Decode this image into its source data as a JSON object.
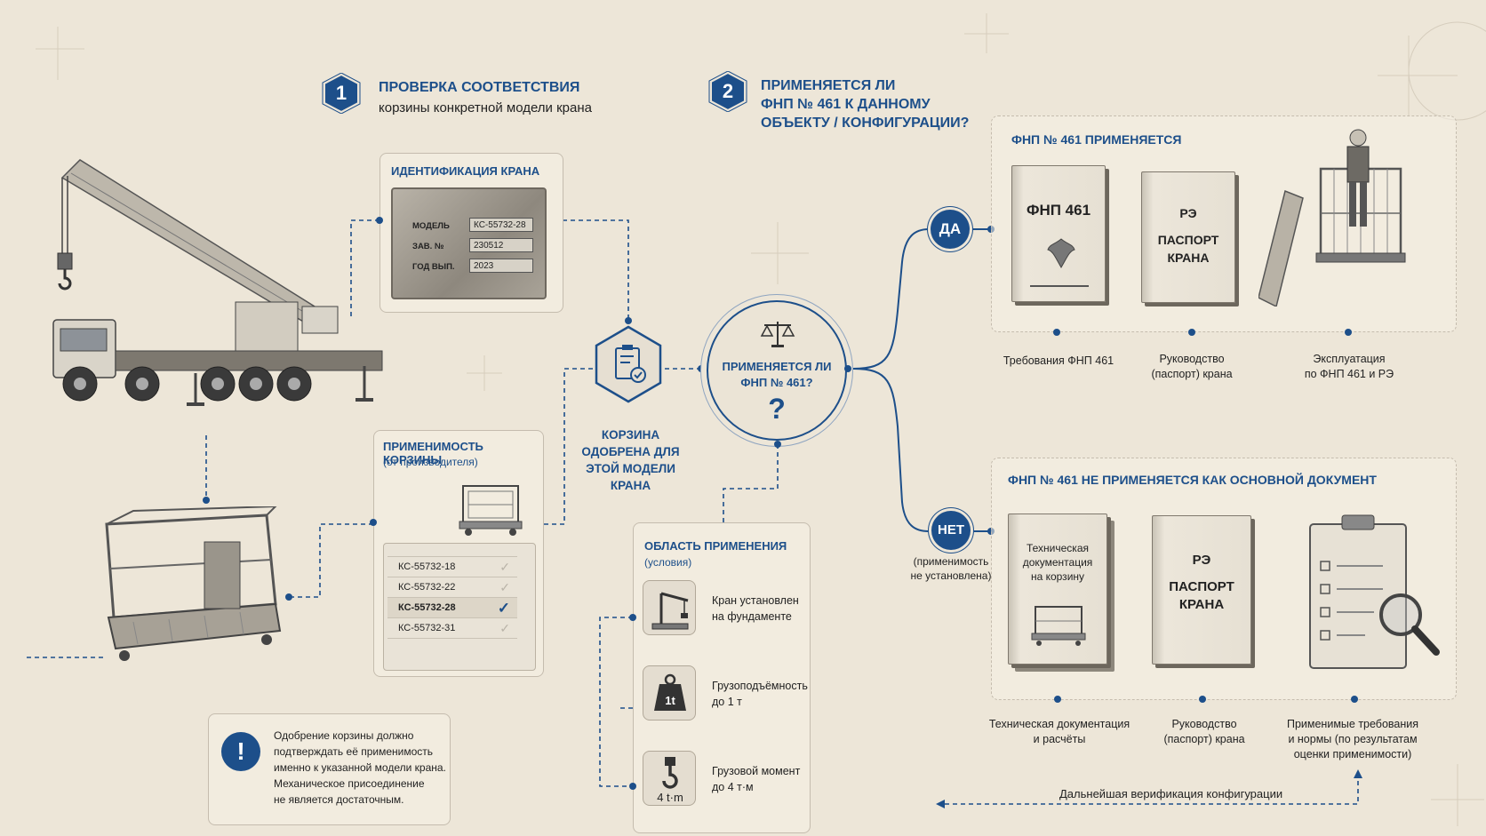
{
  "step1": {
    "number": "1",
    "title": "ПРОВЕРКА СООТВЕТСТВИЯ",
    "subtitle": "корзины конкретной модели крана"
  },
  "step2": {
    "number": "2",
    "title_lines": [
      "ПРИМЕНЯЕТСЯ ЛИ",
      "ФНП № 461 К ДАННОМУ",
      "ОБЪЕКТУ / КОНФИГУРАЦИИ?"
    ]
  },
  "crane_id": {
    "title": "ИДЕНТИФИКАЦИЯ КРАНА",
    "rows": [
      {
        "label": "МОДЕЛЬ",
        "value": "КС-55732-28"
      },
      {
        "label": "ЗАВ. №",
        "value": "230512"
      },
      {
        "label": "ГОД ВЫП.",
        "value": "2023"
      }
    ]
  },
  "basket_applicability": {
    "title": "ПРИМЕНИМОСТЬ КОРЗИНЫ",
    "subtitle": "(от производителя)",
    "models": [
      {
        "name": "КС-55732-18",
        "checked": false
      },
      {
        "name": "КС-55732-22",
        "checked": false
      },
      {
        "name": "КС-55732-28",
        "checked": true
      },
      {
        "name": "КС-55732-31",
        "checked": false
      }
    ]
  },
  "approved": {
    "lines": [
      "КОРЗИНА",
      "ОДОБРЕНА ДЛЯ",
      "ЭТОЙ МОДЕЛИ",
      "КРАНА"
    ]
  },
  "question": {
    "lines": [
      "ПРИМЕНЯЕТСЯ ЛИ",
      "ФНП № 461?"
    ],
    "mark": "?"
  },
  "scope": {
    "title": "ОБЛАСТЬ ПРИМЕНЕНИЯ",
    "subtitle": "(условия)",
    "conditions": [
      {
        "icon": "crane-foundation-icon",
        "lines": [
          "Кран установлен",
          "на фундаменте"
        ]
      },
      {
        "icon": "weight-icon",
        "icon_label": "1t",
        "lines": [
          "Грузоподъёмность",
          "до 1 т"
        ]
      },
      {
        "icon": "hook-moment-icon",
        "icon_label": "4 t·m",
        "lines": [
          "Грузовой момент",
          "до 4 т·м"
        ]
      }
    ]
  },
  "warning": {
    "lines": [
      "Одобрение корзины должно",
      "подтверждать её применимость",
      "именно к указанной модели крана.",
      "Механическое присоединение",
      "не является достаточным."
    ]
  },
  "yes_branch": {
    "badge": "ДА",
    "title": "ФНП № 461 ПРИМЕНЯЕТСЯ",
    "book1": "ФНП 461",
    "book2_lines": [
      "РЭ",
      "ПАСПОРТ",
      "КРАНА"
    ],
    "captions": [
      [
        "Требования ФНП 461"
      ],
      [
        "Руководство",
        "(паспорт) крана"
      ],
      [
        "Эксплуатация",
        "по ФНП 461 и РЭ"
      ]
    ]
  },
  "no_branch": {
    "badge": "НЕТ",
    "badge_note": [
      "(применимость",
      "не установлена)"
    ],
    "title": "ФНП № 461 НЕ ПРИМЕНЯЕТСЯ КАК ОСНОВНОЙ ДОКУМЕНТ",
    "book1_lines": [
      "Техническая",
      "документация",
      "на корзину"
    ],
    "book2_lines": [
      "РЭ",
      "ПАСПОРТ",
      "КРАНА"
    ],
    "captions": [
      [
        "Техническая документация",
        "и расчёты"
      ],
      [
        "Руководство",
        "(паспорт) крана"
      ],
      [
        "Применимые требования",
        "и нормы (по результатам",
        "оценки применимости)"
      ]
    ],
    "footer": "Дальнейшая верификация конфигурации"
  },
  "colors": {
    "accent": "#1d4f8a",
    "background": "#ede6d8"
  }
}
